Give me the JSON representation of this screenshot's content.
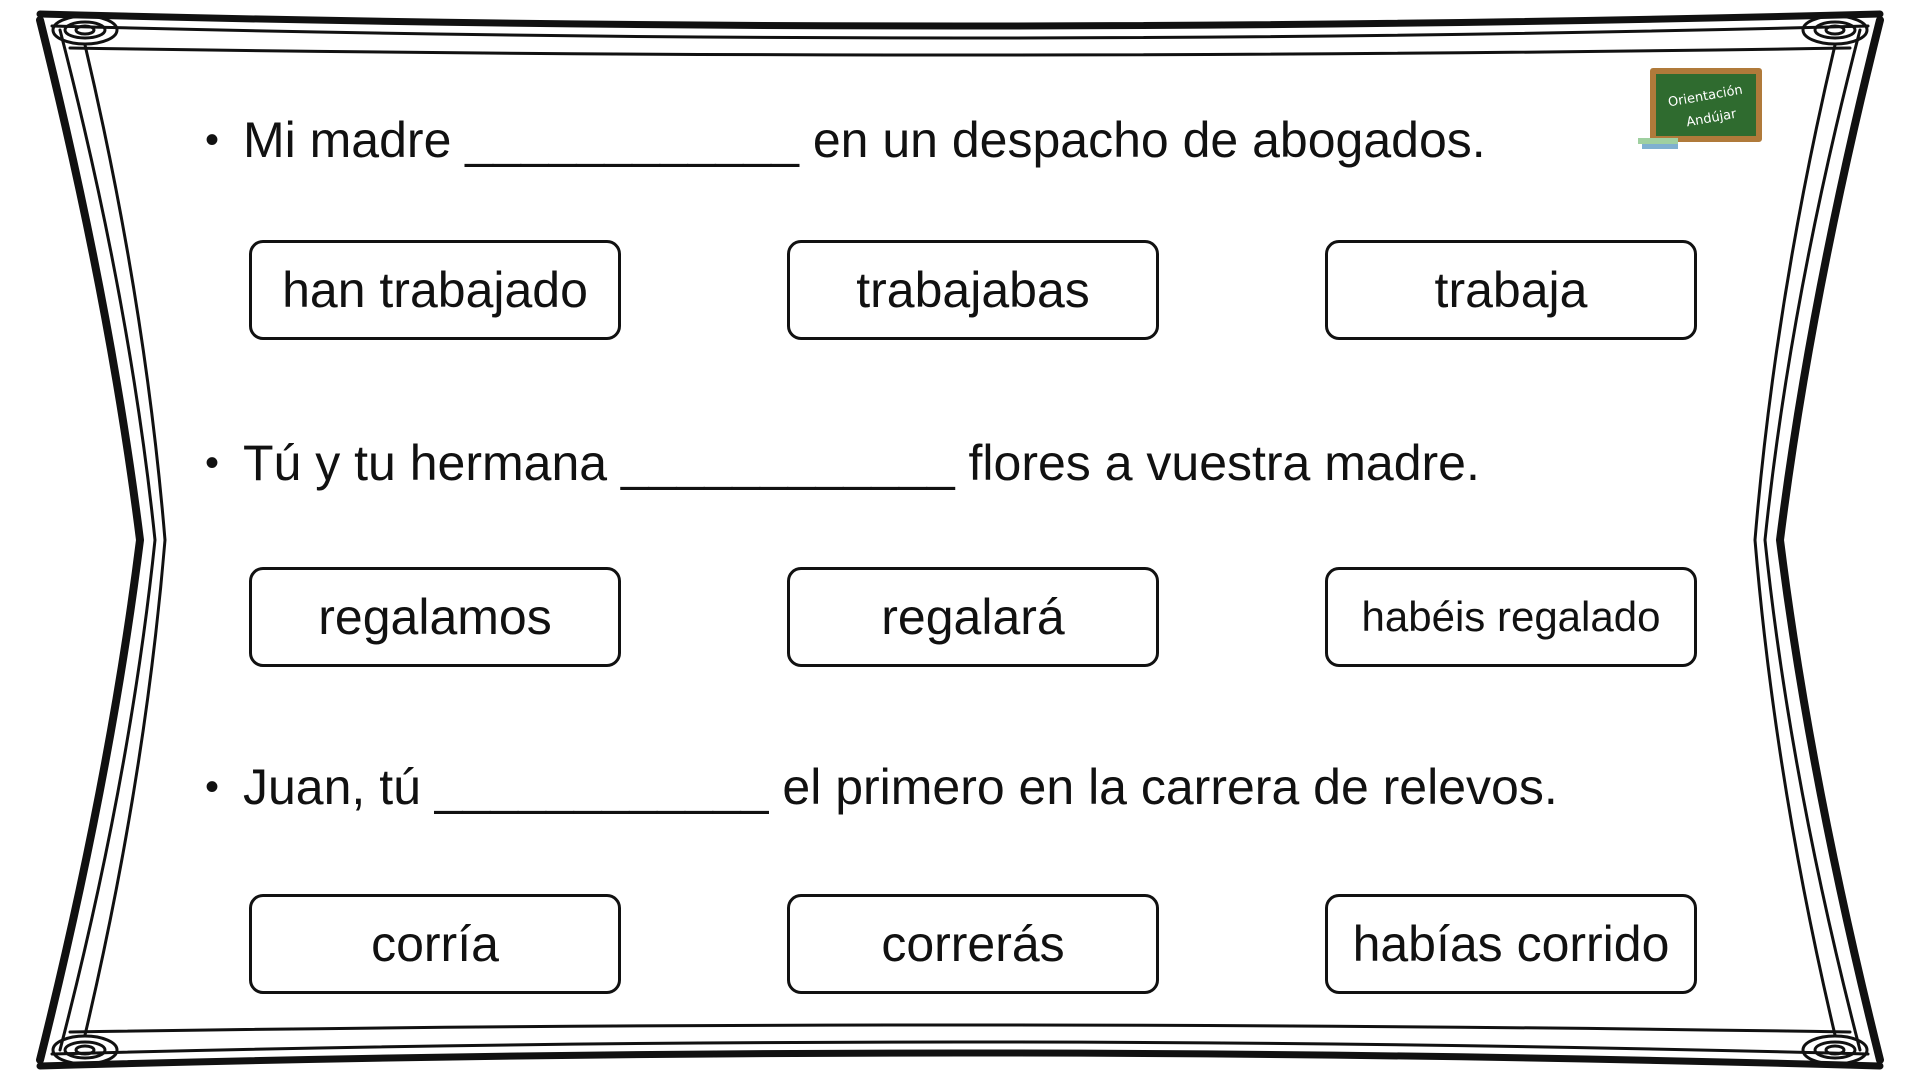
{
  "logo": {
    "line1": "Orientación",
    "line2": "Andújar",
    "board_color": "#2f6b2f",
    "frame_color": "#b07a3a"
  },
  "exercises": [
    {
      "sentence": "Mi madre ____________ en un despacho de abogados.",
      "options": [
        "han trabajado",
        "trabajabas",
        "trabaja"
      ]
    },
    {
      "sentence": "Tú y tu hermana ____________ flores a vuestra madre.",
      "options": [
        "regalamos",
        "regalará",
        "habéis regalado"
      ]
    },
    {
      "sentence": "Juan, tú ____________ el primero en la carrera de relevos.",
      "options": [
        "corría",
        "correrás",
        "habías corrido"
      ]
    }
  ]
}
